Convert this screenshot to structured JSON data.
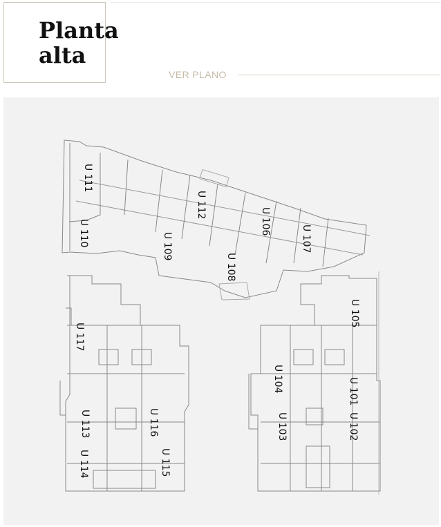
{
  "header": {
    "title_line1": "Planta",
    "title_line2": "alta"
  },
  "actions": {
    "ver_plano": "VER PLANO"
  },
  "floor_plan": {
    "units": [
      {
        "id": "u111",
        "label": "U 111"
      },
      {
        "id": "u110",
        "label": "U 110"
      },
      {
        "id": "u112",
        "label": "U 112"
      },
      {
        "id": "u109",
        "label": "U 109"
      },
      {
        "id": "u106",
        "label": "U 106"
      },
      {
        "id": "u107",
        "label": "U 107"
      },
      {
        "id": "u108",
        "label": "U 108"
      },
      {
        "id": "u117",
        "label": "U 117"
      },
      {
        "id": "u113",
        "label": "U 113"
      },
      {
        "id": "u114",
        "label": "U 114"
      },
      {
        "id": "u116",
        "label": "U 116"
      },
      {
        "id": "u115",
        "label": "U 115"
      },
      {
        "id": "u105",
        "label": "U 105"
      },
      {
        "id": "u104",
        "label": "U 104"
      },
      {
        "id": "u101",
        "label": "U 101"
      },
      {
        "id": "u103",
        "label": "U 103"
      },
      {
        "id": "u102",
        "label": "U 102"
      }
    ]
  }
}
